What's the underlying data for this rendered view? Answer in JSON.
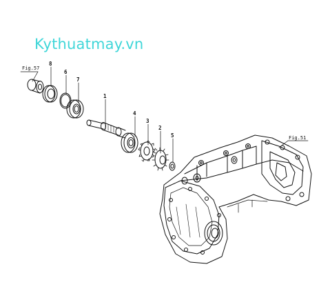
{
  "watermark": "Kythuatmay.vn",
  "references": {
    "fig_left": "Fig.57",
    "fig_right": "Fig.51"
  },
  "callouts": [
    "1",
    "2",
    "3",
    "4",
    "5",
    "6",
    "7",
    "8"
  ],
  "colors": {
    "line": "#111111",
    "watermark": "#3fd6d8"
  },
  "parts": [
    {
      "callout": "8",
      "name": "bearing-cup-icon"
    },
    {
      "callout": "6",
      "name": "snap-ring-icon"
    },
    {
      "callout": "7",
      "name": "ball-bearing-icon"
    },
    {
      "callout": "1",
      "name": "shaft-icon"
    },
    {
      "callout": "4",
      "name": "bearing-icon"
    },
    {
      "callout": "3",
      "name": "gear-icon"
    },
    {
      "callout": "2",
      "name": "bevel-gear-icon"
    },
    {
      "callout": "5",
      "name": "washer-icon"
    }
  ]
}
